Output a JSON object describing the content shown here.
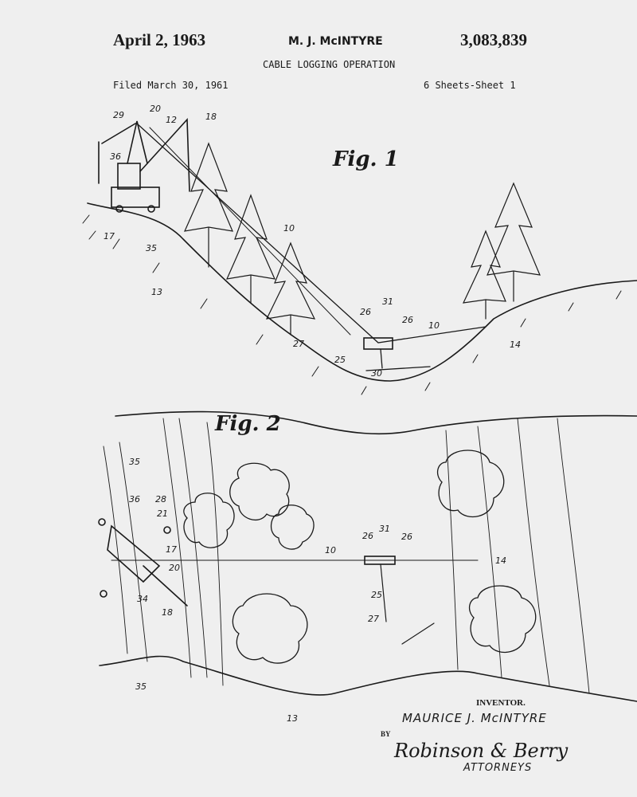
{
  "header": {
    "date": "April 2, 1963",
    "inventor_short": "M. J. McINTYRE",
    "patent_number": "3,083,839",
    "title": "CABLE LOGGING OPERATION",
    "filed": "Filed March 30, 1961",
    "sheets": "6 Sheets-Sheet 1"
  },
  "figures": {
    "fig1": {
      "label": "Fig. 1",
      "refs": {
        "r29": "29",
        "r20": "20",
        "r12": "12",
        "r18": "18",
        "r36": "36",
        "r17": "17",
        "r35": "35",
        "r13": "13",
        "r10a": "10",
        "r26a": "26",
        "r31": "31",
        "r26b": "26",
        "r10b": "10",
        "r25": "25",
        "r27": "27",
        "r30": "30",
        "r14": "14"
      }
    },
    "fig2": {
      "label": "Fig. 2",
      "refs": {
        "r35a": "35",
        "r36a": "36",
        "r28": "28",
        "r21": "21",
        "r17": "17",
        "r20": "20",
        "r34": "34",
        "r18": "18",
        "r10": "10",
        "r26a": "26",
        "r31": "31",
        "r26b": "26",
        "r14": "14",
        "r25": "25",
        "r27": "27",
        "r35b": "35",
        "r13": "13"
      }
    }
  },
  "signature": {
    "inventor_label": "INVENTOR.",
    "inventor_name": "MAURICE J. McINTYRE",
    "by": "BY",
    "firm": "Robinson & Berry",
    "attorneys": "ATTORNEYS"
  }
}
